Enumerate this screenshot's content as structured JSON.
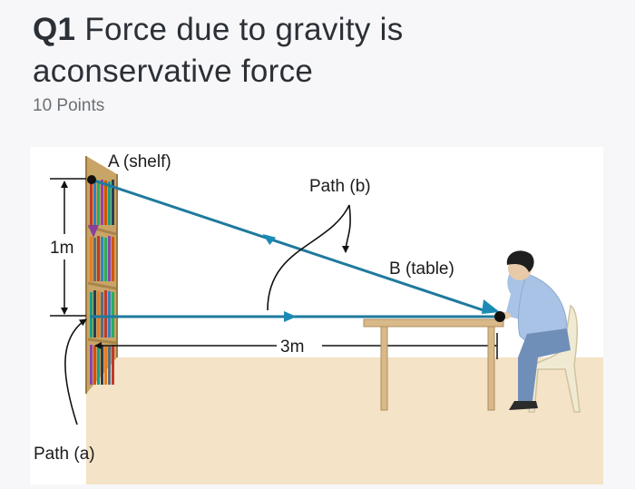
{
  "question": {
    "number": "Q1",
    "title": "Force due to gravity is",
    "title_line2": "aconservative force",
    "points": "10 Points"
  },
  "figure": {
    "labels": {
      "point_a": "A (shelf)",
      "point_b": "B (table)",
      "path_b": "Path (b)",
      "path_a": "Path (a)",
      "height": "1m",
      "distance": "3m"
    }
  },
  "colors": {
    "path_line": "#1f7a9e",
    "path_arrow": "#1a8ab5",
    "down_arrow": "#8a3f9c",
    "floor": "#f4e3c6",
    "shirt": "#a9c3e6",
    "pants": "#6f8fb8"
  }
}
